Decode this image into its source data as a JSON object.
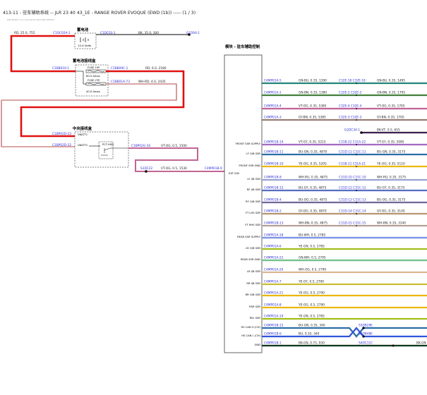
{
  "header": "413-11 - 驻车辅助系统 -- JLR 23 40 43_1E - RANGE ROVER EVOQUE (EWD (1b)) ----- (1 / 3)",
  "subheader": "EWD MODEL 1.0 (c) JLR Vehicle 2023 EWD SERVICE",
  "battery": {
    "title": "蓄电池",
    "voltage": "12.0 Volts"
  },
  "battery_ground": {
    "connector": "G1D04-1",
    "wire": "BK, 35.0, 300"
  },
  "battery_out": {
    "conn_left": "C1DC02A-1",
    "wire": "RD, 25.0, 755",
    "conn_right": "C1DC03-1"
  },
  "bjb": {
    "title": "蓄电池接线盒",
    "conn_in": "C1BB016-1",
    "conn_out1": "C1BB09C-1",
    "wire_out1": "RD, 6.0, 2180",
    "fuse1": {
      "name": "FUSE 19F",
      "rating": "60.0 Amps"
    },
    "fuse2": {
      "name": "FUSE 2TE",
      "rating": "40.0 Amps"
    },
    "conn_out2": "C1BB01A-73",
    "wire_out2": "WH-RD, 4.0, 2435"
  },
  "cjb": {
    "title": "中央接线盒",
    "conn_vbatt1": "C1BP02D-23",
    "conn_vbatt2": "C1BP02D-22",
    "label_vbatt1": "VBATT1",
    "label_vbatt2": "VBATT2",
    "relay": "PCT-HSD",
    "conn_out": "C1BP02G-16",
    "wire_out": "VT-OG, 0.5, 1500"
  },
  "splice": {
    "name": "S1DC22",
    "wire": "VT-OG, 0.5, 1530",
    "module_conn": "C4MP01B-9"
  },
  "module": {
    "title": "模块 - 驻车辅助控制",
    "pin_labels": [
      "FRONT SSR SUPPLY",
      "LF O/B SSR",
      "FRONT SSR GND",
      "LF I/B SSR",
      "RF I/B SSR",
      "RF O/B SSR",
      "FT LHS SSR",
      "FT RHS SSR",
      "REAR SSR SUPPLY",
      "LR O/B SSR",
      "REAR SSR GND",
      "LR I/B SSR",
      "RR I/B SSR",
      "RR O/B SSR",
      "RSR SSR",
      "RSL SSR",
      "HS CAN H (CH)",
      "HS CAN L (CH)",
      "GND"
    ],
    "ext_ign": "EXT IGN"
  },
  "wires": [
    {
      "conn": "C4MP01A-5",
      "spec": "GN-BU, 0.35, 1390",
      "mid": "C32E-18 C32E-18",
      "spec2": "GN-BU, 0.35, 1495",
      "color": "#1f9e48",
      "stripe": "#3154d8"
    },
    {
      "conn": "C4MP01A-1",
      "spec": "GN-BN, 0.35, 1380",
      "mid": "C32E-2 C32E-2",
      "spec2": "GN-BN, 0.35, 1705",
      "color": "#1f9e48",
      "stripe": "#8a4b2a"
    },
    {
      "conn": "C4MP01A-4",
      "spec": "VT-OG, 0.35, 5385",
      "mid": "C32E-4 C32E-4",
      "spec2": "VT-OG, 0.35, 1705",
      "color": "#a64fd8",
      "stripe": "#f08a20"
    },
    {
      "conn": "C4MP01A-3",
      "spec": "GY-BN, 0.35, 5385",
      "mid": "C32E-3 C32E-3",
      "spec2": "GY-BN, 0.35, 1705",
      "color": "#9a9a9a",
      "stripe": "#8a4b2a"
    },
    {
      "conn": "",
      "spec": "",
      "mid": "G2DC34-1",
      "spec2": "BK-VT, 0.5, 655",
      "color": "#000000",
      "stripe": "#a64fd8"
    },
    {
      "conn": "C4MP01B-14",
      "spec": "VT-GY, 0.35, 5215",
      "mid": "C31B-22 C31A-22",
      "spec2": "VT-GY, 0.35, 5085",
      "color": "#a64fd8",
      "stripe": "#9a9a9a"
    },
    {
      "conn": "C4MP01B-11",
      "spec": "BU-GN, 0.35, 4870",
      "mid": "C31D-11 C31C-11",
      "spec2": "BU-GN, 0.35, 3175",
      "color": "#3154d8",
      "stripe": "#1f9e48"
    },
    {
      "conn": "C4MP01B-10",
      "spec": "YE-OG, 0.35, 5205",
      "mid": "C31B-21 C31A-21",
      "spec2": "YE-OG, 0.35, 5110",
      "color": "#e8d000",
      "stripe": "#f08a20"
    },
    {
      "conn": "C4MP01B-8",
      "spec": "WH-RU, 0.35, 4875",
      "mid": "C31D-10 C31C-10",
      "spec2": "WH-RU, 0.35, 3175",
      "color": "#cfcfcf",
      "stripe": "#3154d8"
    },
    {
      "conn": "C4MP01B-12",
      "spec": "BU-GY, 0.35, 4875",
      "mid": "C31D-12 C31C-12",
      "spec2": "BU-GY, 0.35, 3175",
      "color": "#3154d8",
      "stripe": "#9a9a9a"
    },
    {
      "conn": "C4MP01B-4",
      "spec": "BU-OG, 0.35, 4875",
      "mid": "C31D-13 C31C-13",
      "spec2": "BU-OG, 0.35, 3175",
      "color": "#3154d8",
      "stripe": "#f08a20"
    },
    {
      "conn": "C4MP01B-2",
      "spec": "GY-OG, 0.35, 4870",
      "mid": "C31D-14 C31C-14",
      "spec2": "GY-OG, 0.35, 3140",
      "color": "#9a9a9a",
      "stripe": "#f08a20"
    },
    {
      "conn": "C4MP01B-13",
      "spec": "WH-BN, 0.35, 4875",
      "mid": "C31D-15 C31C-15",
      "spec2": "WH-BN, 0.35, 3140",
      "color": "#cfcfcf",
      "stripe": "#8a4b2a"
    },
    {
      "conn": "C4MP01A-18",
      "spec": "BU-WH, 0.5, 2785",
      "mid": "",
      "spec2": "",
      "color": "#3154d8",
      "stripe": "#ffffff"
    },
    {
      "conn": "C4MP01A-6",
      "spec": "YE-GN, 0.5, 2785",
      "mid": "",
      "spec2": "",
      "color": "#e8d000",
      "stripe": "#1f9e48"
    },
    {
      "conn": "C4MP01A-22",
      "spec": "GN-WH, 0.5, 2795",
      "mid": "",
      "spec2": "",
      "color": "#1f9e48",
      "stripe": "#ffffff"
    },
    {
      "conn": "C4MP01A-20",
      "spec": "WH-OG, 0.5, 2790",
      "mid": "",
      "spec2": "",
      "color": "#cfcfcf",
      "stripe": "#f08a20"
    },
    {
      "conn": "C4MP01A-7",
      "spec": "YE-GY, 0.5, 2790",
      "mid": "",
      "spec2": "",
      "color": "#e8d000",
      "stripe": "#9a9a9a"
    },
    {
      "conn": "C4MP01A-21",
      "spec": "YE-OG, 0.5, 2790",
      "mid": "",
      "spec2": "",
      "color": "#e8d000",
      "stripe": "#f08a20"
    },
    {
      "conn": "C4MP01A-8",
      "spec": "YE-OG, 0.5, 2790",
      "mid": "",
      "spec2": "",
      "color": "#e8d000",
      "stripe": "#f08a20"
    },
    {
      "conn": "C4MP01A-19",
      "spec": "YE-GN, 0.5, 2785",
      "mid": "",
      "spec2": "",
      "color": "#e8d000",
      "stripe": "#1f9e48"
    },
    {
      "conn": "C4MP01B-15",
      "spec": "BU-GN, 0.35, 340",
      "mid": "S5DB29E",
      "spec2": "",
      "color": "#3154d8",
      "stripe": "#1f9e48"
    },
    {
      "conn": "C4MP01B-6",
      "spec": "BU, 0.35, 340",
      "mid": "S5DB48E",
      "spec2": "",
      "color": "#3154d8",
      "stripe": "#3154d8"
    },
    {
      "conn": "C4MP01B-1",
      "spec": "BK-GN, 0.75, 930",
      "mid": "S4DC11C",
      "spec2": "BK-GN",
      "color": "#000000",
      "stripe": "#1f9e48"
    }
  ]
}
